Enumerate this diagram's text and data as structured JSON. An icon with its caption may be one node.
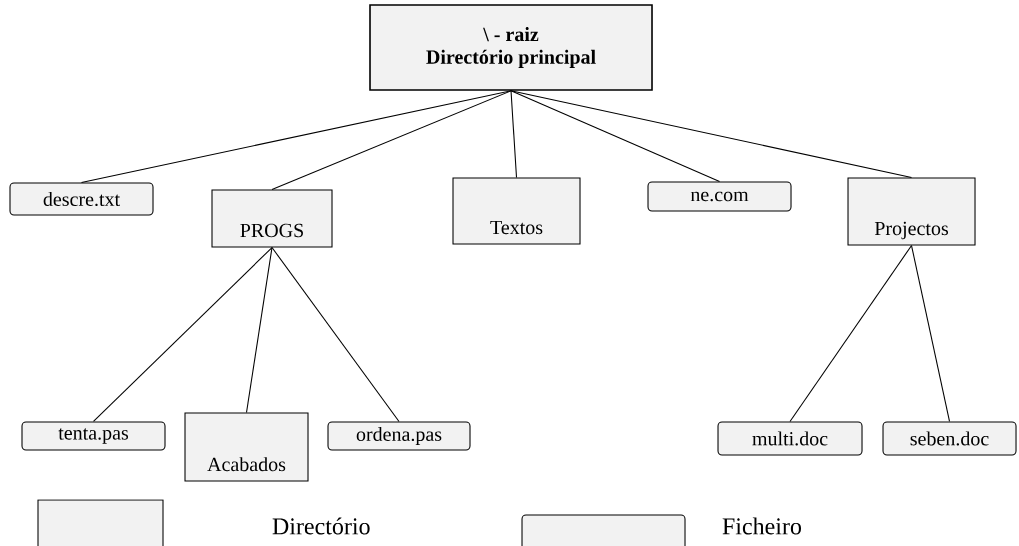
{
  "diagram": {
    "nodes": [
      {
        "text": [
          "\\ - raiz",
          "Directório principal"
        ]
      },
      {
        "text": [
          "descre.txt"
        ]
      },
      {
        "text": [
          "PROGS"
        ]
      },
      {
        "text": [
          "Textos"
        ]
      },
      {
        "text": [
          "ne.com"
        ]
      },
      {
        "text": [
          "Projectos"
        ]
      },
      {
        "text": [
          "tenta.pas"
        ]
      },
      {
        "text": [
          "Acabados"
        ]
      },
      {
        "text": [
          "ordena.pas"
        ]
      },
      {
        "text": [
          "multi.doc"
        ]
      },
      {
        "text": [
          "seben.doc"
        ]
      }
    ],
    "edges": [
      {
        "from": 0,
        "to": 1,
        "arrow": "none"
      },
      {
        "from": 0,
        "to": 2,
        "arrow": "none"
      },
      {
        "from": 0,
        "to": 3,
        "arrow": "none"
      },
      {
        "from": 0,
        "to": 4,
        "arrow": "none"
      },
      {
        "from": 0,
        "to": 5,
        "arrow": "none"
      },
      {
        "from": 2,
        "to": 6,
        "arrow": "none"
      },
      {
        "from": 2,
        "to": 7,
        "arrow": "none"
      },
      {
        "from": 2,
        "to": 8,
        "arrow": "none"
      },
      {
        "from": 5,
        "to": 9,
        "arrow": "none"
      },
      {
        "from": 5,
        "to": 10,
        "arrow": "none"
      }
    ],
    "legend": [
      {
        "text": "Directório"
      },
      {
        "text": "Ficheiro"
      }
    ]
  }
}
